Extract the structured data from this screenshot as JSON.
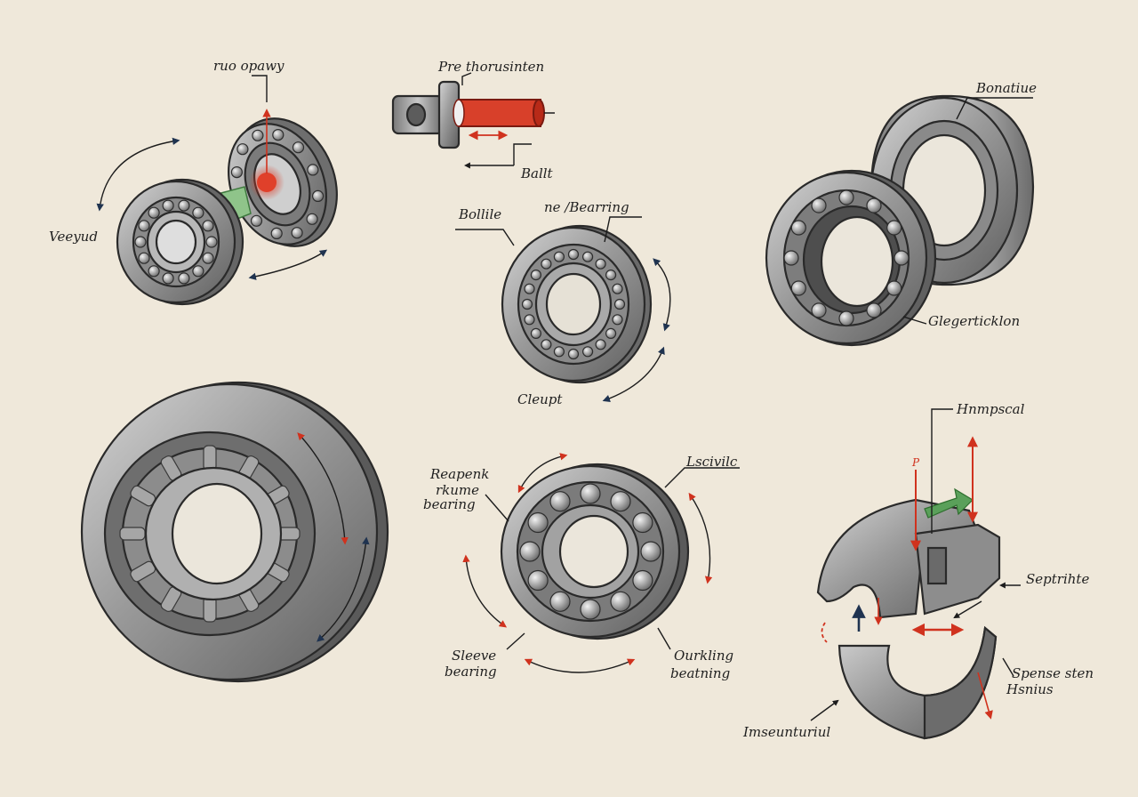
{
  "labels": {
    "top_left_title": "ruo opawy",
    "top_left_side": "Veeyud",
    "shaft_title": "Pre thorusinten",
    "shaft_ball": "Ballt",
    "center_left": "Bollile",
    "center_right": "ne /Bearring",
    "center_bottom": "Cleupt",
    "top_right_title": "Bonatiue",
    "top_right_bottom": "Glegerticklon",
    "mid_label_1": "Reapenk",
    "mid_label_2": "rkume",
    "mid_label_3": "bearing",
    "mid_right": "Lscivilc",
    "sleeve_1": "Sleeve",
    "sleeve_2": "bearing",
    "ourkling_1": "Ourkling",
    "ourkling_2": "beatning",
    "split_title": "Hnmpscal",
    "split_p": "P",
    "split_right": "Septrihte",
    "split_bottom_1": "Spense sten",
    "split_bottom_2": "Hsnius",
    "split_left": "Imseunturiul"
  },
  "colors": {
    "background": "#efe8da",
    "metal": "#8f8f8f",
    "metal_dark": "#5e5e5e",
    "metal_light": "#c9c9c9",
    "accent_red": "#d0321e",
    "accent_navy": "#1f3350",
    "accent_green": "#5aa05a"
  }
}
